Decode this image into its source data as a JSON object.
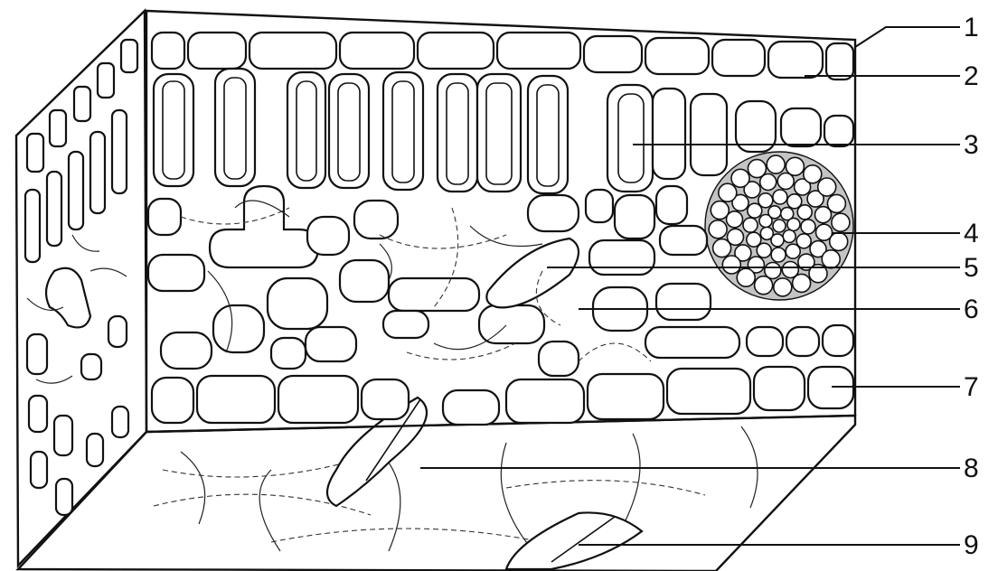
{
  "labels": [
    "1",
    "2",
    "3",
    "4",
    "5",
    "6",
    "7",
    "8",
    "9"
  ],
  "colors": {
    "background": "#ffffff",
    "ink": "#111111",
    "tissue_shade": "#cfcfcf",
    "mesophyll_shade": "#bdbdbd",
    "lower_face_shade": "#c8c8c8",
    "cell_fill": "#ffffff"
  }
}
